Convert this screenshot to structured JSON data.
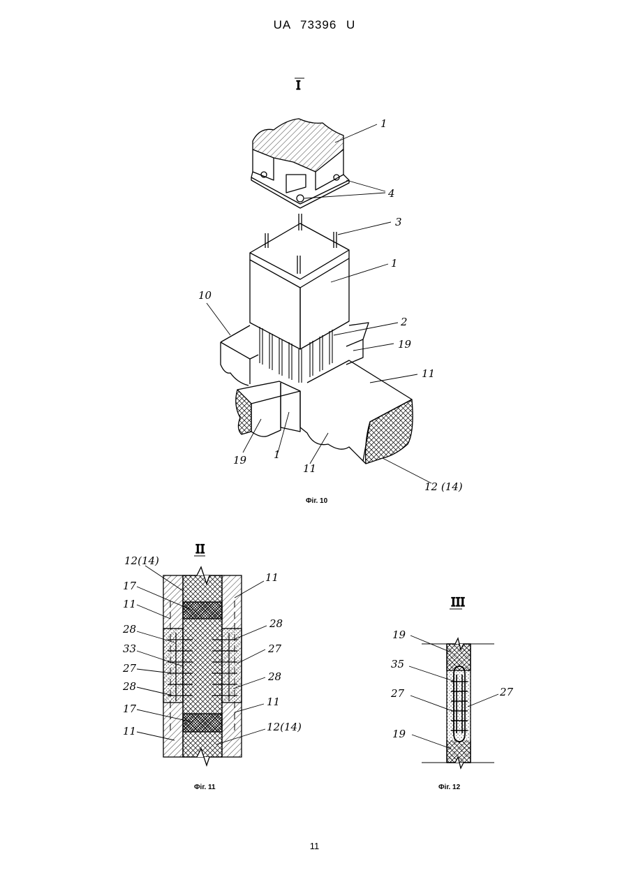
{
  "header": {
    "patent_number": "UA 73396 U"
  },
  "figure10": {
    "caption": "Фіг. 10",
    "roman": "I",
    "labels": [
      "1",
      "4",
      "3",
      "1",
      "10",
      "2",
      "19",
      "11",
      "19",
      "1",
      "11",
      "12 (14)"
    ]
  },
  "figure11": {
    "caption": "Фіг. 11",
    "roman": "II",
    "labels": [
      "12(14)",
      "11",
      "17",
      "11",
      "28",
      "28",
      "33",
      "27",
      "27",
      "28",
      "28",
      "11",
      "17",
      "11",
      "12(14)"
    ]
  },
  "figure12": {
    "caption": "Фіг. 12",
    "roman": "III",
    "labels": [
      "19",
      "35",
      "27",
      "27",
      "19"
    ]
  },
  "footer": {
    "page_number": "11"
  }
}
